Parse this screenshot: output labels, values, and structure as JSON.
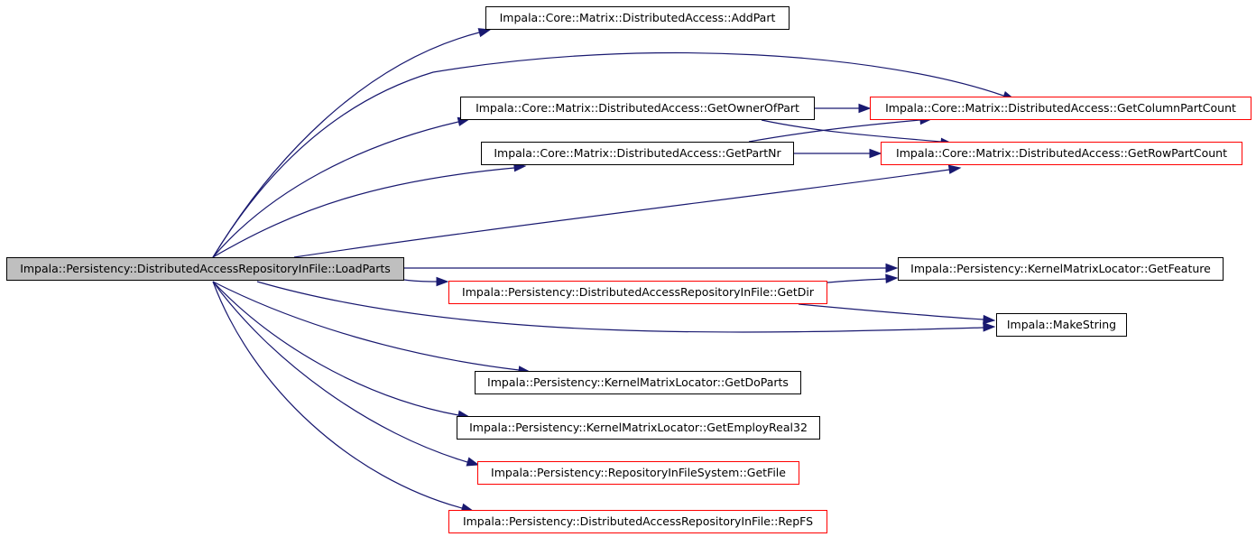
{
  "graph": {
    "root": "Impala::Persistency::DistributedAccessRepositoryInFile::LoadParts",
    "nodes": [
      {
        "id": "n0",
        "label": "Impala::Persistency::DistributedAccessRepositoryInFile::LoadParts",
        "kind": "root"
      },
      {
        "id": "n1",
        "label": "Impala::Core::Matrix::DistributedAccess::AddPart",
        "kind": "normal"
      },
      {
        "id": "n2",
        "label": "Impala::Core::Matrix::DistributedAccess::GetColumnPartCount",
        "kind": "truncated"
      },
      {
        "id": "n3",
        "label": "Impala::Core::Matrix::DistributedAccess::GetOwnerOfPart",
        "kind": "normal"
      },
      {
        "id": "n4",
        "label": "Impala::Core::Matrix::DistributedAccess::GetRowPartCount",
        "kind": "truncated"
      },
      {
        "id": "n5",
        "label": "Impala::Core::Matrix::DistributedAccess::GetPartNr",
        "kind": "normal"
      },
      {
        "id": "n6",
        "label": "Impala::Persistency::KernelMatrixLocator::GetFeature",
        "kind": "normal"
      },
      {
        "id": "n7",
        "label": "Impala::Persistency::DistributedAccessRepositoryInFile::GetDir",
        "kind": "truncated"
      },
      {
        "id": "n8",
        "label": "Impala::MakeString",
        "kind": "normal"
      },
      {
        "id": "n9",
        "label": "Impala::Persistency::KernelMatrixLocator::GetDoParts",
        "kind": "normal"
      },
      {
        "id": "n10",
        "label": "Impala::Persistency::KernelMatrixLocator::GetEmployReal32",
        "kind": "normal"
      },
      {
        "id": "n11",
        "label": "Impala::Persistency::RepositoryInFileSystem::GetFile",
        "kind": "truncated"
      },
      {
        "id": "n12",
        "label": "Impala::Persistency::DistributedAccessRepositoryInFile::RepFS",
        "kind": "truncated"
      }
    ],
    "edges": [
      {
        "from": "n0",
        "to": "n1"
      },
      {
        "from": "n0",
        "to": "n2"
      },
      {
        "from": "n0",
        "to": "n3"
      },
      {
        "from": "n0",
        "to": "n5"
      },
      {
        "from": "n0",
        "to": "n4"
      },
      {
        "from": "n0",
        "to": "n6"
      },
      {
        "from": "n0",
        "to": "n7"
      },
      {
        "from": "n0",
        "to": "n8"
      },
      {
        "from": "n0",
        "to": "n9"
      },
      {
        "from": "n0",
        "to": "n10"
      },
      {
        "from": "n0",
        "to": "n11"
      },
      {
        "from": "n0",
        "to": "n12"
      },
      {
        "from": "n3",
        "to": "n2"
      },
      {
        "from": "n3",
        "to": "n4"
      },
      {
        "from": "n5",
        "to": "n2"
      },
      {
        "from": "n5",
        "to": "n4"
      },
      {
        "from": "n7",
        "to": "n6"
      },
      {
        "from": "n7",
        "to": "n8"
      }
    ],
    "colors": {
      "edge": "#191970",
      "root_fill": "#bfbfbf",
      "normal_border": "#000000",
      "truncated_border": "#ff0000"
    }
  }
}
